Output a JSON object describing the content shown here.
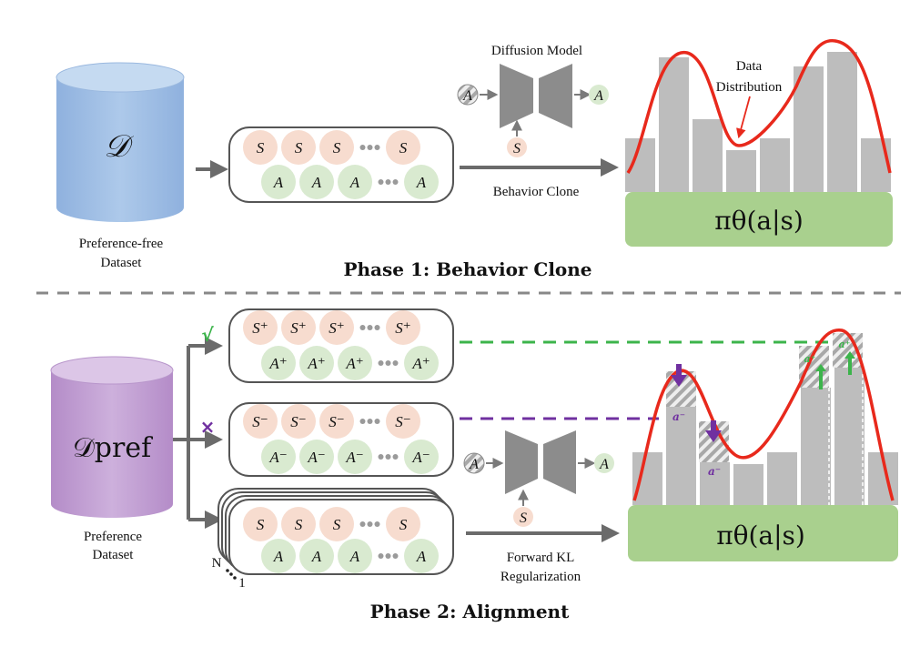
{
  "phase1": {
    "title": "Phase 1: Behavior Clone",
    "dataset_symbol": "𝒟",
    "dataset_label_line1": "Preference-free",
    "dataset_label_line2": "Dataset",
    "seq_state": "S",
    "seq_action": "A",
    "model_label": "Diffusion Model",
    "model_in": "A",
    "model_out": "A",
    "model_cond": "S",
    "arrow_label": "Behavior Clone",
    "data_dist_line1": "Data",
    "data_dist_line2": "Distribution",
    "policy_label": "πθ(a|s)"
  },
  "phase2": {
    "title": "Phase 2: Alignment",
    "dataset_symbol": "𝒟pref",
    "dataset_label_line1": "Preference",
    "dataset_label_line2": "Dataset",
    "check_mark": "√",
    "cross_mark": "×",
    "pos_state": "S⁺",
    "pos_action": "A⁺",
    "neg_state": "S⁻",
    "neg_action": "A⁻",
    "seq_state": "S",
    "seq_action": "A",
    "stack_n": "N",
    "stack_1": "1",
    "model_in": "A",
    "model_out": "A",
    "model_cond": "S",
    "arrow_label_line1": "Forward KL",
    "arrow_label_line2": "Regularization",
    "a_plus": "a⁺",
    "a_minus": "a⁻",
    "policy_label": "πθ(a|s)"
  },
  "colors": {
    "state_circle": "#f7dccf",
    "action_circle": "#d9ead0",
    "policy_box": "#a9d08e",
    "bar": "#bdbdbd",
    "curve": "#e8291c",
    "dataset_blue": "#a4c2e6",
    "dataset_purple": "#c4a3d4",
    "positive": "#3cb44b",
    "negative": "#7030a0"
  }
}
